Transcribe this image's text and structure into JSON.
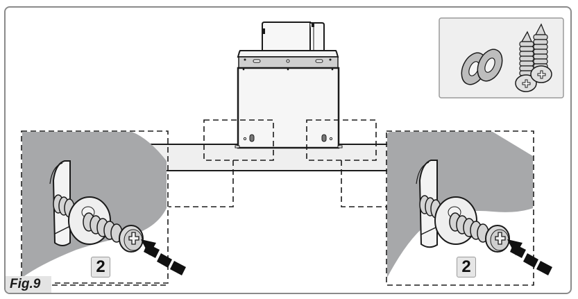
{
  "figure": {
    "label": "Fig.9",
    "frame_color": "#8a8a8a"
  },
  "steps": {
    "left": {
      "number": "2"
    },
    "right": {
      "number": "2"
    }
  },
  "parts_inset": {
    "items": [
      "washer",
      "washer",
      "screw",
      "screw"
    ],
    "background": "#efefef"
  },
  "colors": {
    "wall_gray": "#a7a8aa",
    "line": "#1a1a1a",
    "metal_light": "#f2f2f2",
    "metal_mid": "#d6d6d6"
  }
}
